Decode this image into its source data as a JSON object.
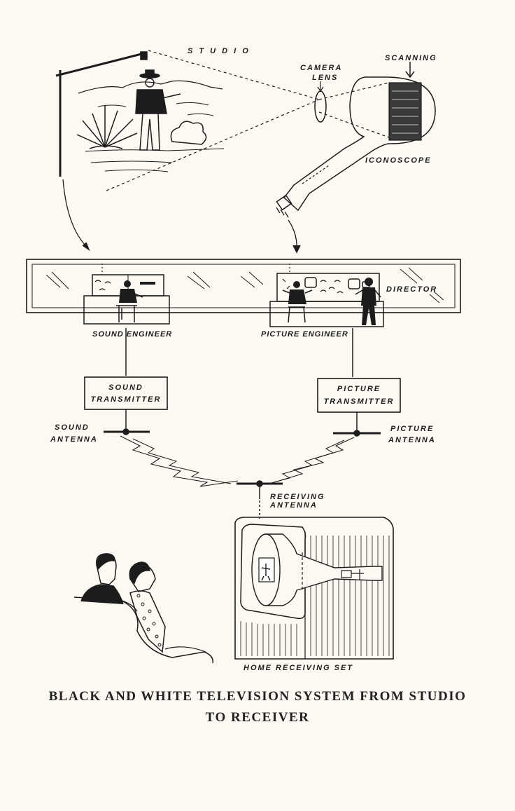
{
  "labels": {
    "studio": "S T U D I O",
    "camera_lens_1": "CAMERA",
    "camera_lens_2": "LENS",
    "scanning": "SCANNING",
    "iconoscope": "ICONOSCOPE",
    "director": "DIRECTOR",
    "sound_engineer": "SOUND ENGINEER",
    "picture_engineer": "PICTURE ENGINEER",
    "sound_transmitter_1": "SOUND",
    "sound_transmitter_2": "TRANSMITTER",
    "picture_transmitter_1": "PICTURE",
    "picture_transmitter_2": "TRANSMITTER",
    "sound_antenna_1": "SOUND",
    "sound_antenna_2": "ANTENNA",
    "picture_antenna_1": "PICTURE",
    "picture_antenna_2": "ANTENNA",
    "receiving_antenna_1": "RECEIVING",
    "receiving_antenna_2": "ANTENNA",
    "home_receiving_set": "HOME RECEIVING SET"
  },
  "caption": {
    "line1": "BLACK AND WHITE TELEVISION SYSTEM FROM STUDIO",
    "line2": "TO RECEIVER"
  }
}
